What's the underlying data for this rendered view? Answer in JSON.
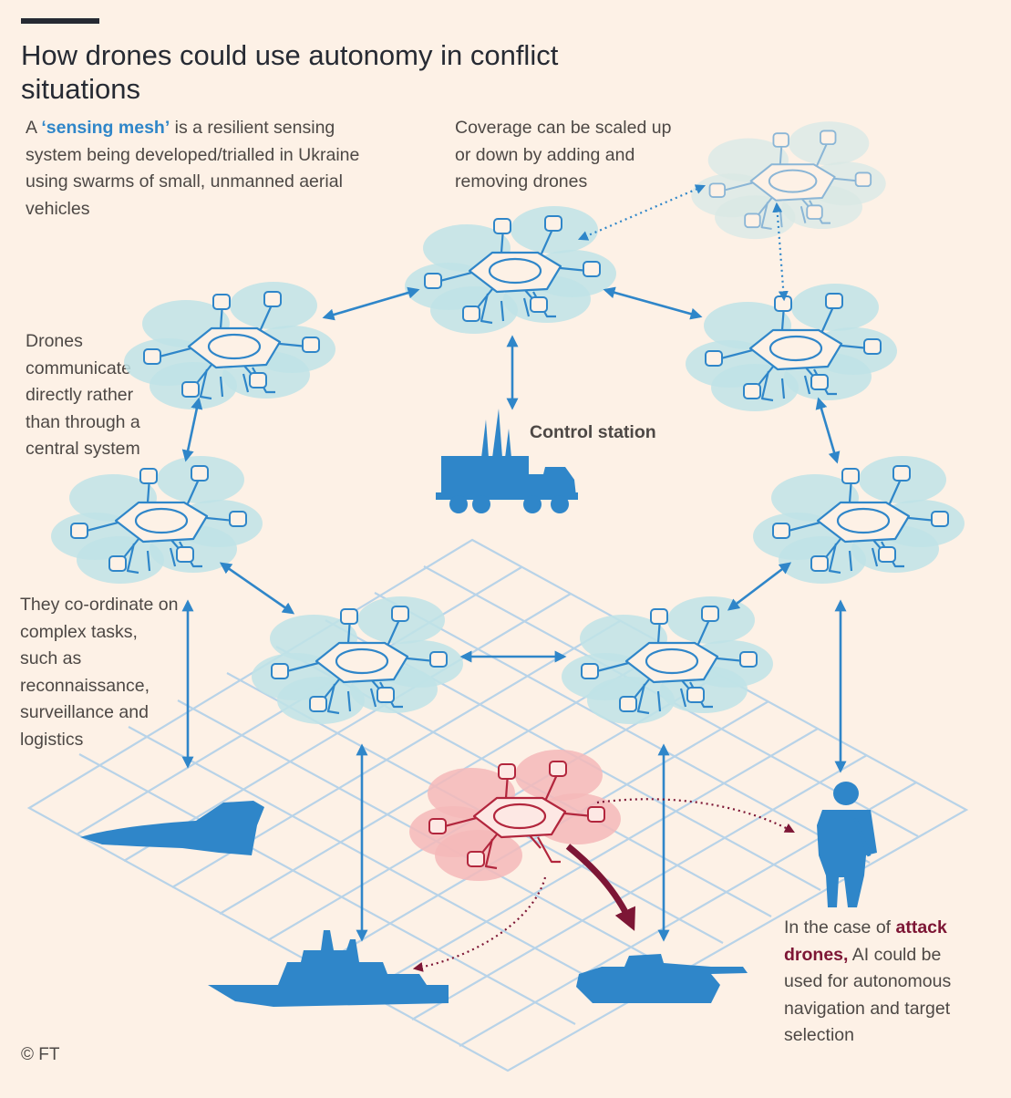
{
  "title": "How drones could use autonomy in conflict situations",
  "intro": {
    "prefix": "A ",
    "highlight": "‘sensing mesh’",
    "suffix": " is a resilient sensing system being developed/trialled in Ukraine using swarms of small, unmanned aerial vehicles"
  },
  "coverage_note": "Coverage can be scaled up or down by adding and removing drones",
  "communicate_note": "Drones communicate directly rather than through a central system",
  "coordinate_note": "They co-ordinate on complex tasks, such as reconnaissance, surveillance and logistics",
  "attack_note": {
    "prefix": "In the case of ",
    "highlight": "attack drones,",
    "suffix": " AI could be used for autonomous navigation and target selection"
  },
  "control_station_label": "Control station",
  "copyright": "© FT",
  "colors": {
    "background": "#fdf1e6",
    "mesh_blue": "#2f86c9",
    "rotor_teal": "#bfe3e6",
    "attack_red": "#7d1635",
    "attack_rotor": "#f4b9b9",
    "grid": "#b8d3e8"
  },
  "icons": [
    "drone-icon",
    "attack-drone-icon",
    "truck-icon",
    "jet-icon",
    "ship-icon",
    "tank-icon",
    "soldier-icon"
  ]
}
